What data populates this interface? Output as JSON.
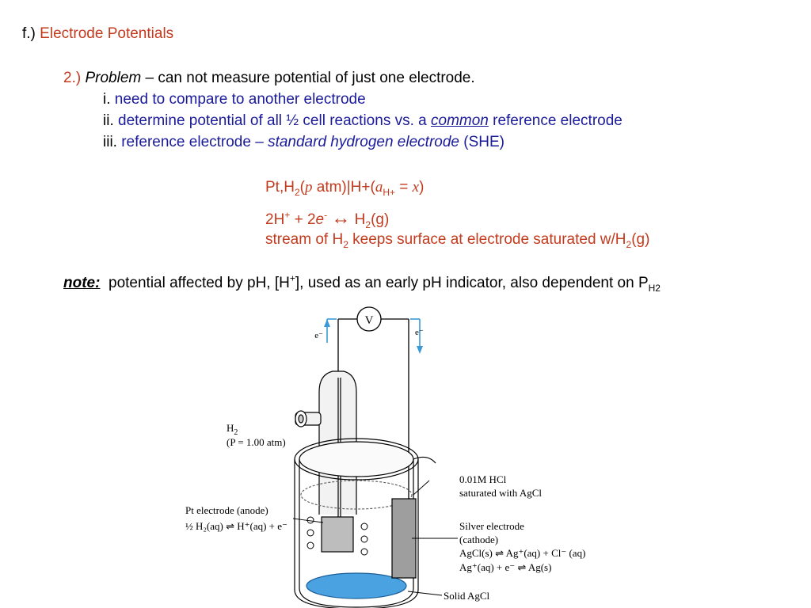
{
  "title": {
    "prefix": "f.)",
    "text": "Electrode Potentials"
  },
  "problem": {
    "num": "2.)",
    "label": "Problem",
    "text": " – can not measure potential of just one electrode."
  },
  "points": [
    {
      "num": "i.",
      "text": "need to compare to another electrode"
    },
    {
      "num": "ii.",
      "text_a": "determine potential of all ½ cell reactions vs. a ",
      "emph": "common",
      "text_b": " reference electrode"
    },
    {
      "num": "iii.",
      "text_a": "reference electrode – ",
      "emph": "standard hydrogen electrode",
      "text_b": " (SHE)"
    }
  ],
  "cell_notation": {
    "a": "Pt,H",
    "sub1": "2",
    "b": "(",
    "p": "p",
    "c": " atm)|H+(",
    "act": "a",
    "act_sub": "H+",
    "eq": " = ",
    "x": "x",
    "d": ")"
  },
  "reaction": {
    "a": "2H",
    "sup1": "+",
    "b": " + 2",
    "e": "e",
    "sup2": "-",
    "arrow": "↔",
    "c": " H",
    "sub": "2",
    "d": "(g)"
  },
  "stream": {
    "a": "stream of H",
    "sub1": "2",
    "b": " keeps surface at electrode saturated w/H",
    "sub2": "2",
    "c": "(g)"
  },
  "note": {
    "label": "note:",
    "a": "potential affected by pH, [H",
    "sup": "+",
    "b": "], used as an early pH indicator, also dependent on P",
    "sub": "H2"
  },
  "figure": {
    "voltmeter": "V",
    "e_left": "e⁻",
    "e_right": "e⁻",
    "h2_label": "H",
    "h2_sub": "2",
    "pressure": "(P = 1.00 atm)",
    "hcl_1": "0.01M HCl",
    "hcl_2": "saturated with AgCl",
    "pt_1": "Pt electrode (anode)",
    "pt_2": "½ H₂(aq) ⇌ H⁺(aq) + e⁻",
    "ag_1": "Silver electrode",
    "ag_2": "(cathode)",
    "ag_3": "AgCl(s) ⇌ Ag⁺(aq) + Cl⁻ (aq)",
    "ag_4": "Ag⁺(aq) + e⁻ ⇌ Ag(s)",
    "solid": "Solid AgCl",
    "colors": {
      "arrow_blue": "#3a9ad9",
      "solid_blue": "#4aa3e0",
      "red_text": "#c23b1e",
      "blue_text": "#1a1a9a"
    }
  }
}
